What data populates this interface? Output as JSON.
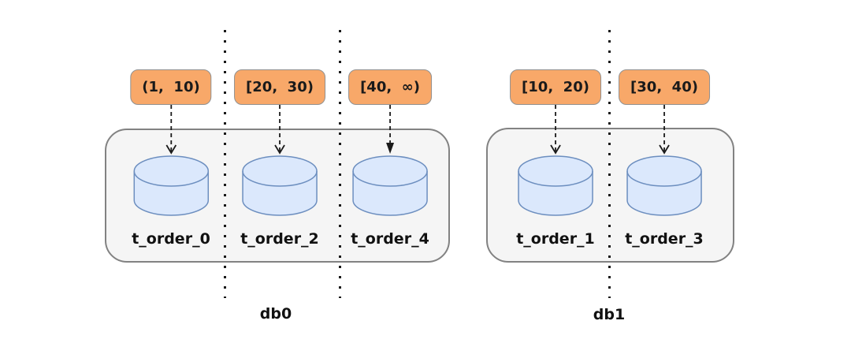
{
  "diagram": {
    "description": "database sharding diagram",
    "databases": [
      {
        "name": "db0",
        "shards": [
          {
            "range": "(1,  10)",
            "table": "t_order_0",
            "arrowhead": "open"
          },
          {
            "range": "[20,  30)",
            "table": "t_order_2",
            "arrowhead": "open"
          },
          {
            "range": "[40,  ∞)",
            "table": "t_order_4",
            "arrowhead": "filled"
          }
        ]
      },
      {
        "name": "db1",
        "shards": [
          {
            "range": "[10,  20)",
            "table": "t_order_1",
            "arrowhead": "open"
          },
          {
            "range": "[30,  40)",
            "table": "t_order_3",
            "arrowhead": "open"
          }
        ]
      }
    ],
    "colors": {
      "range_fill": "#f8a869",
      "range_border": "#919191",
      "cylinder_fill": "#dbe8fc",
      "cylinder_border": "#6c8ebf",
      "container_fill": "#f5f5f5",
      "container_border": "#828282",
      "line": "#1a1a1a"
    }
  }
}
